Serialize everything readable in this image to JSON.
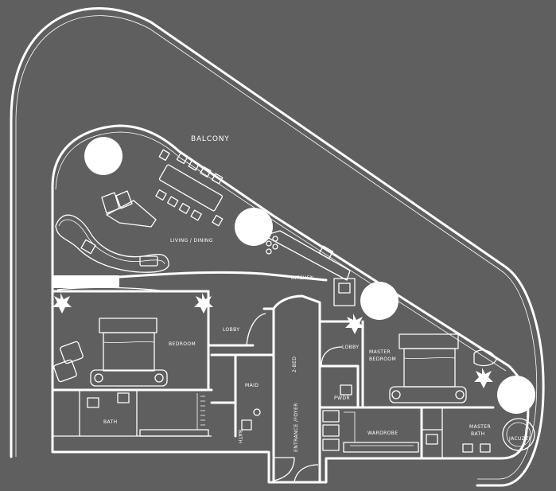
{
  "colors": {
    "background": "#5f5f5f",
    "lines": "#ffffff"
  },
  "labels": {
    "balcony": "BALCONY",
    "living_dining": "LIVING / DINING",
    "kitchen": "KITCHEN",
    "lobby_left": "LOBBY",
    "lobby_right": "LOBBY",
    "bedroom": "BEDROOM",
    "master_bedroom_line1": "MASTER",
    "master_bedroom_line2": "BEDROOM",
    "maid": "MAID",
    "bath_left": "BATH",
    "bath_maid": "BATH",
    "pwdr": "PWDR",
    "w_bed": "2-BED",
    "entrance_foyer": "ENTRANCE /FOYER",
    "wardrobe": "WARDROBE",
    "master_bath_line1": "MASTER",
    "master_bath_line2": "BATH",
    "jacuzzi": "JACUZZI"
  }
}
